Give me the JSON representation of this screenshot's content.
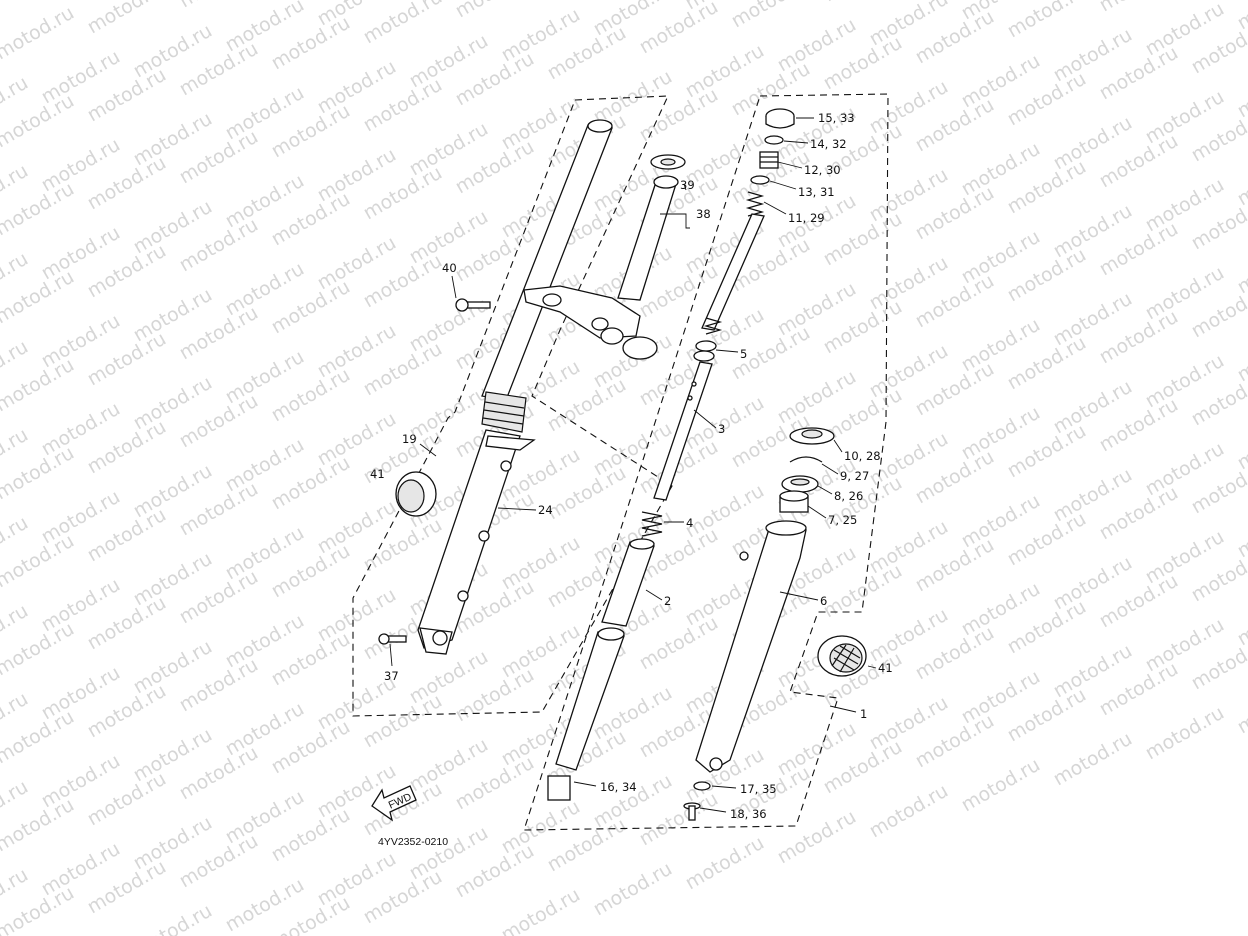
{
  "watermark": "motod.ru",
  "diagram_code": "4YV2352-0210",
  "fwd_label": "FWD",
  "callouts": {
    "c1": "1",
    "c2": "2",
    "c3": "3",
    "c4": "4",
    "c5": "5",
    "c6": "6",
    "c7_25": "7, 25",
    "c8_26": "8, 26",
    "c9_27": "9, 27",
    "c10_28": "10, 28",
    "c11_29": "11, 29",
    "c12_30": "12, 30",
    "c13_31": "13, 31",
    "c14_32": "14, 32",
    "c15_33": "15, 33",
    "c16_34": "16, 34",
    "c17_35": "17, 35",
    "c18_36": "18, 36",
    "c19": "19",
    "c24": "24",
    "c37": "37",
    "c38": "38",
    "c39": "39",
    "c40": "40",
    "c41_left": "41",
    "c41_right": "41"
  }
}
